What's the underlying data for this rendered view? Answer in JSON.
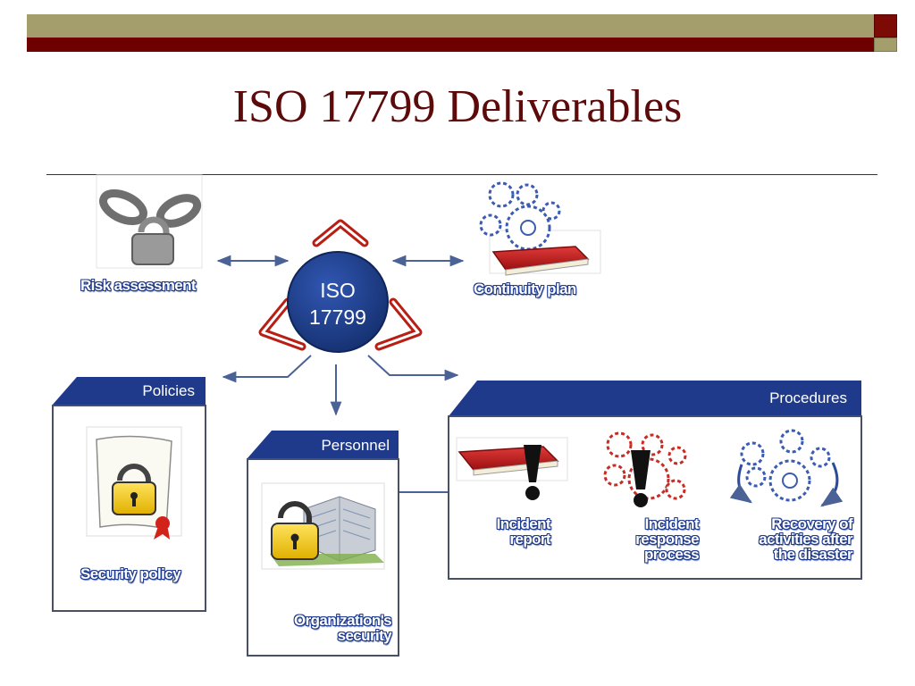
{
  "slide": {
    "title": "ISO 17799 Deliverables"
  },
  "center": {
    "line1": "ISO",
    "line2": "17799"
  },
  "top_items": {
    "risk": "Risk assessment",
    "continuity": "Continuity plan"
  },
  "panels": {
    "policies": {
      "header": "Policies",
      "caption": "Security policy"
    },
    "personnel": {
      "header": "Personnel",
      "caption_line1": "Organization's",
      "caption_line2": "security"
    },
    "procedures": {
      "header": "Procedures",
      "items": [
        {
          "line1": "Incident",
          "line2": "report",
          "line3": ""
        },
        {
          "line1": "Incident",
          "line2": "response",
          "line3": "process"
        },
        {
          "line1": "Recovery of",
          "line2": "activities after",
          "line3": "the disaster"
        }
      ]
    }
  },
  "colors": {
    "title": "#5c0a0a",
    "panel_header": "#1f3a8a",
    "circle": "#1d3b8f",
    "triangle_red": "#cc2a1e",
    "caption_outline": "#1f3a8a"
  },
  "icons": {
    "risk": "chain-padlock-icon",
    "continuity": "gears-book-icon",
    "center": "triangle-arrows-icon",
    "policy": "scroll-padlock-icon",
    "personnel": "building-padlock-icon",
    "incident_report": "book-exclamation-icon",
    "incident_response": "gears-exclamation-icon",
    "recovery": "gears-cycle-icon"
  }
}
